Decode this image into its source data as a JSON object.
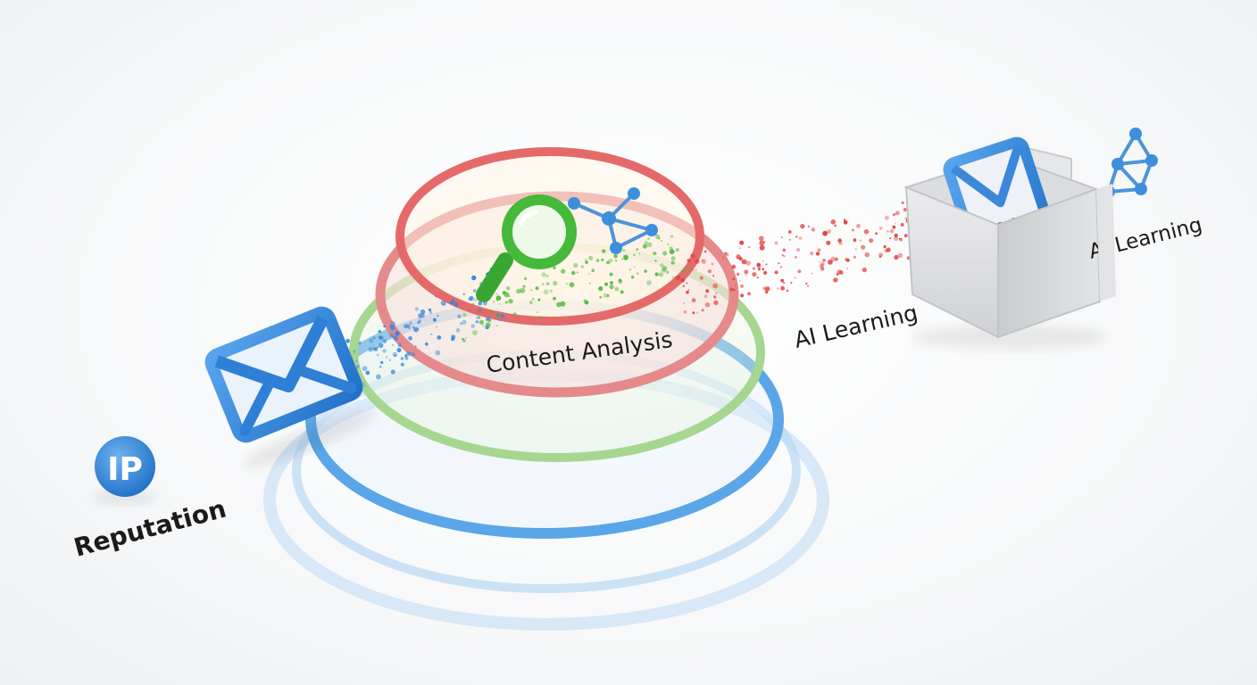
{
  "labels": {
    "ip_badge": "IP",
    "reputation": "Reputation",
    "content_analysis": "Content Analysis",
    "ai_learning_center": "AI Learning",
    "ai_learning_right": "AI Learning"
  },
  "colors": {
    "blue": "#2f86dd",
    "blue_light": "#6fb4ee",
    "green": "#4cba3a",
    "green_ring": "#9ed48a",
    "red": "#e05a5a",
    "red_particles": "#e23a3a",
    "network_node": "#3d8fdc",
    "box_gray": "#d9dadc"
  },
  "icons": [
    "ip-badge-icon",
    "envelope-icon",
    "magnifier-icon",
    "network-icon",
    "filtered-envelope-icon",
    "gray-box-icon"
  ]
}
